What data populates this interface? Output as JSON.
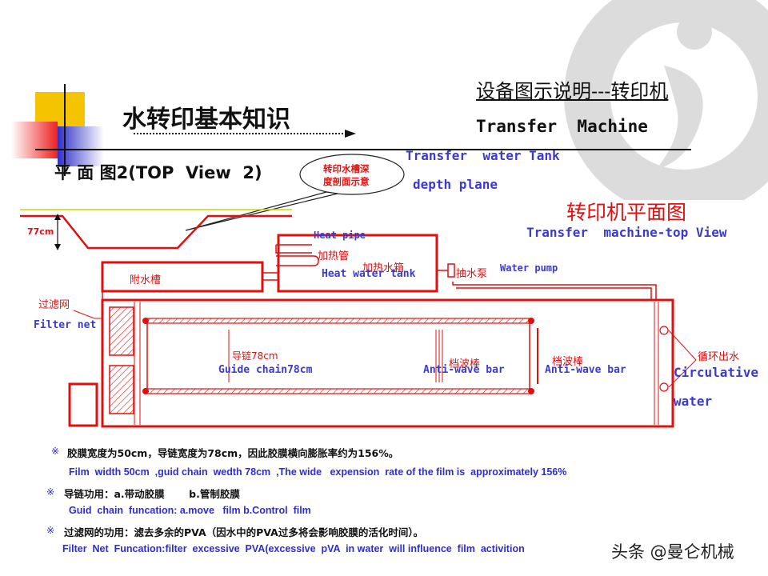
{
  "header": {
    "title_cn": "水转印基本知识",
    "subtitle_cn": "设备图示说明---转印机",
    "subtitle_en": "Transfer  Machine",
    "view_label": "平 面 图2(TOP  View  2)"
  },
  "callout": {
    "text_line1": "转印水槽深",
    "text_line2": "度剖面示意"
  },
  "depth_section": {
    "label_en_line1": "Transfer  water Tank",
    "label_en_line2": "depth plane",
    "depth_value": "77cm"
  },
  "plan": {
    "title_cn": "转印机平面图",
    "title_en": "Transfer  machine-top View"
  },
  "components": {
    "heat_pipe_en": "Heat pipe",
    "heat_pipe_cn": "加热管",
    "heat_tank_cn": "加热水箱",
    "heat_tank_en": "Heat water tank",
    "aux_tank_cn": "附水槽",
    "pump_cn": "抽水泵",
    "pump_en": "Water pump",
    "filter_cn": "过滤网",
    "filter_en": "Filter net",
    "guide_chain_cn": "导链78cm",
    "guide_chain_en": "Guide chain78cm",
    "antiwave1_cn": "档波棒",
    "antiwave1_en": "Anti-wave bar",
    "antiwave2_cn": "档波棒",
    "antiwave2_en": "Anti-wave bar",
    "circ_cn": "循环出水",
    "circ_en1": "Circulative",
    "circ_en2": "water"
  },
  "notes": [
    {
      "bullet": "※",
      "cn": "胶膜宽度为50cm，导链宽度为78cm，因此胶膜横向膨胀率约为156%。",
      "en": "Film  width 50cm  ,guid chain  wedth 78cm  ,The wide   expension  rate of the film is  approximately 156%"
    },
    {
      "bullet": "※",
      "cn": "导链功用：a.带动胶膜       b.管制胶膜",
      "en": "Guid  chain  funcation: a.move   film b.Control  film"
    },
    {
      "bullet": "※",
      "cn": "过滤网的功用：滤去多余的PVA（因水中的PVA过多将会影响胶膜的活化时间）。",
      "en": "Filter  Net  Funcation:filter  excessive  PVA(excessive  pVA  in water  will influence  film  activition"
    }
  ],
  "watermark": "头条 @曼仑机械",
  "colors": {
    "red": "#e01010",
    "blue": "#3a3ad0",
    "gold": "#f5c400"
  }
}
